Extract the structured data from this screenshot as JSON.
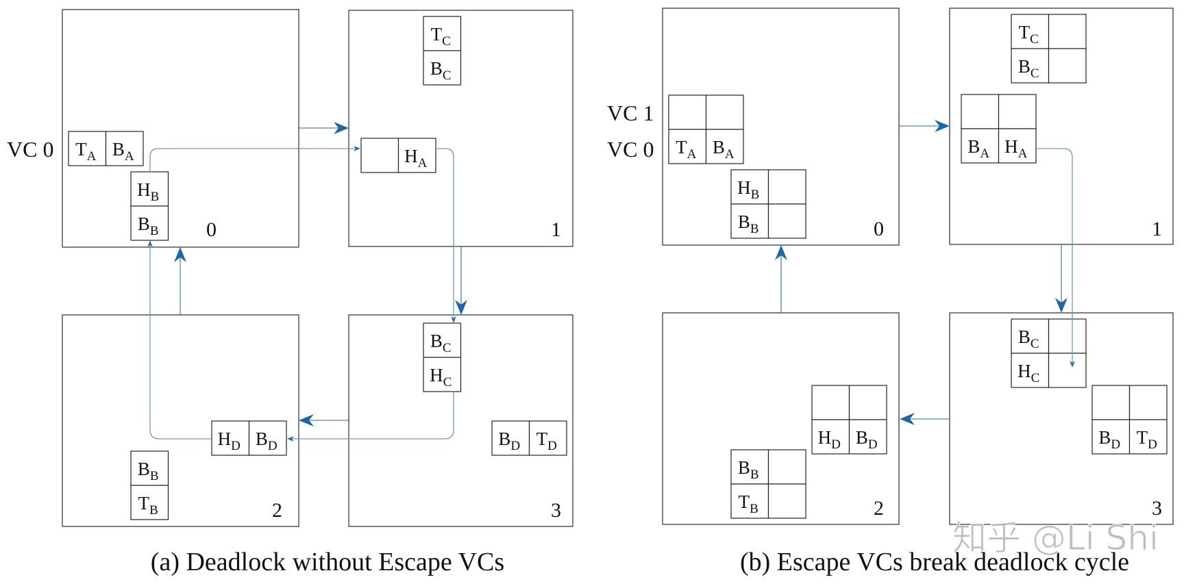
{
  "figure": {
    "panels": [
      {
        "id": "a",
        "caption": "(a) Deadlock without Escape VCs",
        "vc_labels": [
          "VC 0"
        ],
        "routers": [
          {
            "id": "0",
            "label": "0",
            "buffers": [
              {
                "name": "buffer-west-input",
                "cells": [
                  [
                    "T",
                    "A"
                  ],
                  [
                    "B",
                    "A"
                  ]
                ]
              },
              {
                "name": "buffer-south-input",
                "cells": [
                  [
                    "H",
                    "B"
                  ],
                  [
                    "B",
                    "B"
                  ]
                ]
              }
            ]
          },
          {
            "id": "1",
            "label": "1",
            "buffers": [
              {
                "name": "buffer-north-input",
                "cells": [
                  [
                    "T",
                    "C"
                  ],
                  [
                    "B",
                    "C"
                  ]
                ]
              },
              {
                "name": "buffer-west-input",
                "cells": [
                  [
                    "",
                    ""
                  ],
                  [
                    "H",
                    "A"
                  ]
                ]
              }
            ]
          },
          {
            "id": "2",
            "label": "2",
            "buffers": [
              {
                "name": "buffer-east-input",
                "cells": [
                  [
                    "H",
                    "D"
                  ],
                  [
                    "B",
                    "D"
                  ]
                ]
              },
              {
                "name": "buffer-south-input",
                "cells": [
                  [
                    "B",
                    "B"
                  ],
                  [
                    "T",
                    "B"
                  ]
                ]
              }
            ]
          },
          {
            "id": "3",
            "label": "3",
            "buffers": [
              {
                "name": "buffer-north-input",
                "cells": [
                  [
                    "B",
                    "C"
                  ],
                  [
                    "H",
                    "C"
                  ]
                ]
              },
              {
                "name": "buffer-east-input",
                "cells": [
                  [
                    "B",
                    "D"
                  ],
                  [
                    "T",
                    "D"
                  ]
                ]
              }
            ]
          }
        ],
        "links": [
          "0→1",
          "1→3",
          "3→2",
          "2→0"
        ],
        "packet_paths": [
          "H_B→router 1",
          "H_A→router 3",
          "H_C→router 2",
          "H_D→router 0"
        ]
      },
      {
        "id": "b",
        "caption": "(b) Escape VCs break deadlock cycle",
        "vc_labels": [
          "VC 1",
          "VC 0"
        ],
        "routers": [
          {
            "id": "0",
            "label": "0",
            "buffers": [
              {
                "name": "buffer-west-input",
                "cells": [
                  [
                    "",
                    ""
                  ],
                  [
                    "",
                    ""
                  ],
                  [
                    "T",
                    "A"
                  ],
                  [
                    "B",
                    "A"
                  ]
                ]
              },
              {
                "name": "buffer-south-input",
                "cells": [
                  [
                    "H",
                    "B"
                  ],
                  [
                    "",
                    ""
                  ],
                  [
                    "B",
                    "B"
                  ],
                  [
                    "",
                    ""
                  ]
                ]
              }
            ]
          },
          {
            "id": "1",
            "label": "1",
            "buffers": [
              {
                "name": "buffer-north-input",
                "cells": [
                  [
                    "T",
                    "C"
                  ],
                  [
                    "",
                    ""
                  ],
                  [
                    "B",
                    "C"
                  ],
                  [
                    "",
                    ""
                  ]
                ]
              },
              {
                "name": "buffer-west-input",
                "cells": [
                  [
                    "",
                    ""
                  ],
                  [
                    "",
                    ""
                  ],
                  [
                    "B",
                    "A"
                  ],
                  [
                    "H",
                    "A"
                  ]
                ]
              }
            ]
          },
          {
            "id": "2",
            "label": "2",
            "buffers": [
              {
                "name": "buffer-east-input",
                "cells": [
                  [
                    "",
                    ""
                  ],
                  [
                    "",
                    ""
                  ],
                  [
                    "H",
                    "D"
                  ],
                  [
                    "B",
                    "D"
                  ]
                ]
              },
              {
                "name": "buffer-south-input",
                "cells": [
                  [
                    "B",
                    "B"
                  ],
                  [
                    "",
                    ""
                  ],
                  [
                    "T",
                    "B"
                  ],
                  [
                    "",
                    ""
                  ]
                ]
              }
            ]
          },
          {
            "id": "3",
            "label": "3",
            "buffers": [
              {
                "name": "buffer-north-input",
                "cells": [
                  [
                    "B",
                    "C"
                  ],
                  [
                    "",
                    ""
                  ],
                  [
                    "H",
                    "C"
                  ],
                  [
                    "",
                    ""
                  ]
                ]
              },
              {
                "name": "buffer-east-input",
                "cells": [
                  [
                    "",
                    ""
                  ],
                  [
                    "",
                    ""
                  ],
                  [
                    "B",
                    "D"
                  ],
                  [
                    "T",
                    "D"
                  ]
                ]
              }
            ]
          }
        ],
        "links": [
          "0→1",
          "1→3",
          "3→2",
          "2→0"
        ],
        "packet_paths": [
          "H_A→router 3 escape VC"
        ]
      }
    ],
    "watermark": "知乎 @Li Shi",
    "colors": {
      "arrow": "#1b68a8",
      "path": "#6f97b5",
      "border": "#3a3a3a"
    }
  }
}
